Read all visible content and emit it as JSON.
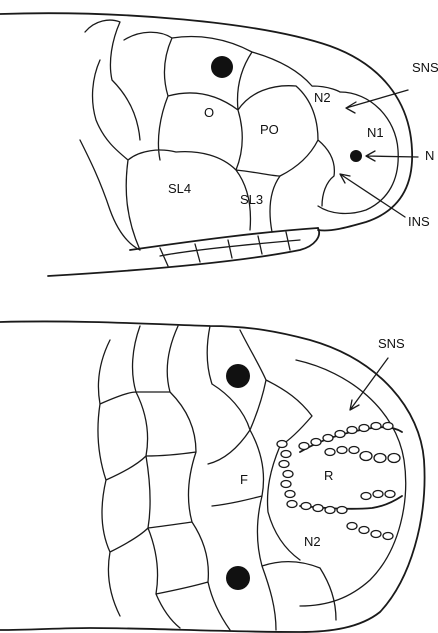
{
  "top_panel": {
    "labels": {
      "o": "O",
      "po": "PO",
      "n2": "N2",
      "n1": "N1",
      "sl4": "SL4",
      "sl3": "SL3",
      "sns": "SNS",
      "n": "N",
      "ins": "INS"
    }
  },
  "bottom_panel": {
    "labels": {
      "sns": "SNS",
      "f": "F",
      "r": "R",
      "n2": "N2"
    }
  },
  "colors": {
    "ink": "#1a1a1a",
    "paper": "#ffffff"
  }
}
